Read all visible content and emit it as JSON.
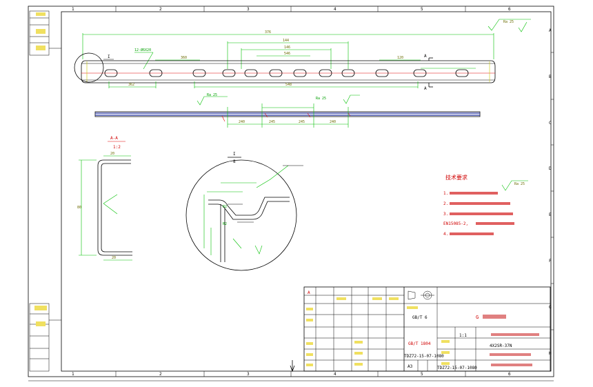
{
  "frame": {
    "col_labels": [
      "1",
      "2",
      "3",
      "4",
      "5",
      "6"
    ],
    "row_labels": [
      "A",
      "B",
      "C",
      "D",
      "E",
      "F",
      "G",
      "H"
    ]
  },
  "side_stamps": [
    "",
    "",
    "",
    "",
    ""
  ],
  "main_view": {
    "overall_length": "376",
    "dims_top": [
      "360",
      "144",
      "146",
      "120",
      "546"
    ],
    "dims_bottom": [
      "362",
      "548"
    ],
    "section_mark": "A",
    "detail_mark": "I",
    "hole_callout": "12-Ø6X20",
    "roughness_main": "Ra 25"
  },
  "flat_view": {
    "dims": [
      "240",
      "245",
      "245",
      "240"
    ],
    "callouts": [
      "Ra 25",
      "Ra 25"
    ]
  },
  "section_view": {
    "title": "A-A",
    "scale": "1:2",
    "dims": [
      "20",
      "80",
      "20"
    ]
  },
  "detail_view": {
    "label_top": "I",
    "label_bottom": "8",
    "weld_symbol": "",
    "dims": [
      "R2",
      "R2"
    ]
  },
  "tech_notes": {
    "title": "技术要求",
    "roughness": "Ra 25",
    "lines": [
      "1.",
      "2.",
      "3.",
      "EN15085-2,",
      "4."
    ]
  },
  "title_block": {
    "drawing_title": "G",
    "scale": "1:1",
    "sheet": "A3",
    "mark_a": "A",
    "code_1": "GB/T 6",
    "code_2": "GB/T 1804",
    "part_no": "TDZ72-15-07-1080",
    "weight": "4X2SR-37N",
    "material": "",
    "cells": [
      "",
      "",
      "",
      ""
    ]
  }
}
